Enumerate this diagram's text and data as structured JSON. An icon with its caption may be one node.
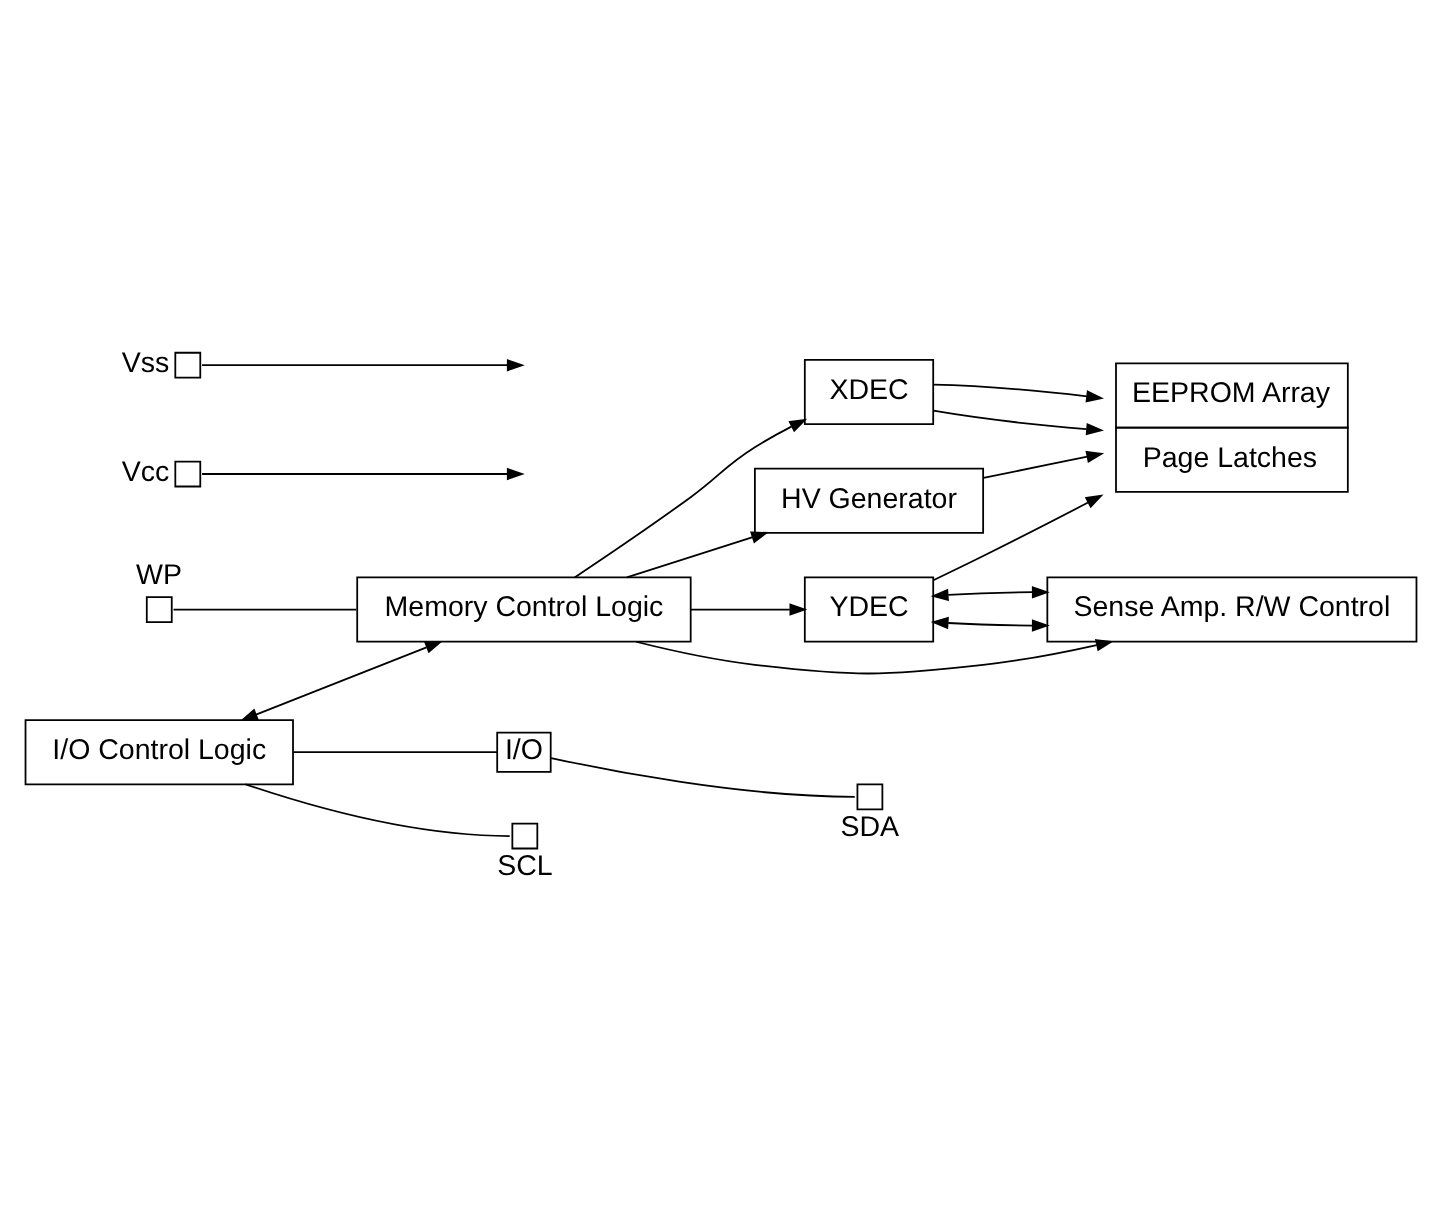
{
  "diagram": {
    "nodes": [
      {
        "text": [
          "I/O Control Logic"
        ]
      },
      {
        "text": [
          "Memory Control Logic"
        ]
      },
      {
        "text": [
          "XDEC"
        ]
      },
      {
        "text": [
          "HV Generator"
        ]
      },
      {
        "text": [
          "EEPROM Array",
          "Page Latches"
        ]
      },
      {
        "text": [
          "YDEC"
        ]
      },
      {
        "text": [
          "Sense Amp. R/W Control"
        ]
      },
      {
        "text": [
          "WP"
        ]
      },
      {
        "text": [
          "I/O"
        ]
      },
      {
        "text": [
          "SDA"
        ]
      },
      {
        "text": [
          "SCL"
        ]
      },
      {
        "text": [
          "Vcc"
        ]
      },
      {
        "text": [
          "Vss"
        ]
      }
    ],
    "edges": [
      {
        "from": 0,
        "to": 1,
        "arrow": "both"
      },
      {
        "from": 7,
        "to": 1,
        "arrow": "none"
      },
      {
        "from": 1,
        "to": 3,
        "arrow": "to"
      },
      {
        "from": 1,
        "to": 2,
        "arrow": "to"
      },
      {
        "from": 2,
        "to": 4,
        "arrow": "to"
      },
      {
        "from": 2,
        "to": 4,
        "arrow": "to"
      },
      {
        "from": 3,
        "to": 4,
        "arrow": "to"
      },
      {
        "from": 1,
        "to": 5,
        "arrow": "to"
      },
      {
        "from": 1,
        "to": 6,
        "arrow": "to"
      },
      {
        "from": 5,
        "to": 4,
        "arrow": "to"
      },
      {
        "from": 5,
        "to": 6,
        "arrow": "both"
      },
      {
        "from": 5,
        "to": 6,
        "arrow": "both"
      },
      {
        "from": 0,
        "to": 8,
        "arrow": "none"
      },
      {
        "from": 8,
        "to": 9,
        "arrow": "none"
      },
      {
        "from": 0,
        "to": 10,
        "arrow": "none"
      },
      {
        "from": 11,
        "to": null,
        "arrow": "to"
      },
      {
        "from": 12,
        "to": null,
        "arrow": "to"
      }
    ]
  }
}
